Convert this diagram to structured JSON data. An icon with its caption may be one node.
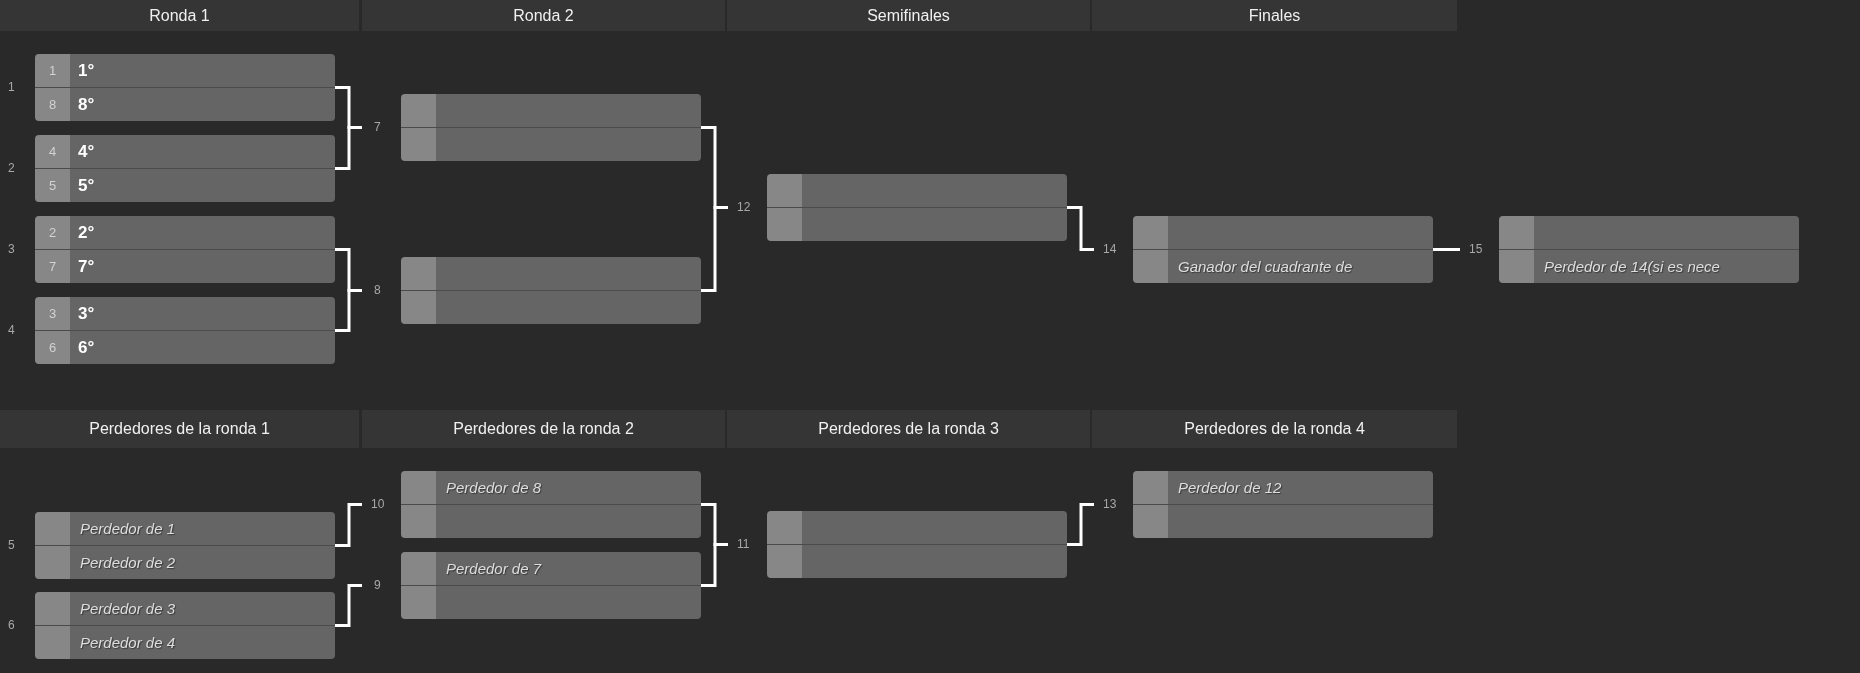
{
  "diagram": {
    "nodes": [
      {
        "text": [
          "Ronda 1"
        ]
      },
      {
        "text": [
          "Ronda 2"
        ]
      },
      {
        "text": [
          "Semifinales"
        ]
      },
      {
        "text": [
          "Finales"
        ]
      },
      {
        "text": [
          "1",
          "1°",
          "8",
          "8°"
        ],
        "beside": [
          "1"
        ]
      },
      {
        "text": [
          "4",
          "4°",
          "5",
          "5°"
        ],
        "beside": [
          "2"
        ]
      },
      {
        "text": [
          "2",
          "2°",
          "7",
          "7°"
        ],
        "beside": [
          "3"
        ]
      },
      {
        "text": [
          "3",
          "3°",
          "6",
          "6°"
        ],
        "beside": [
          "4"
        ]
      },
      {
        "text": [],
        "shape": "box",
        "beside": [
          "7"
        ]
      },
      {
        "text": [],
        "shape": "box",
        "beside": [
          "8"
        ]
      },
      {
        "text": [],
        "shape": "box",
        "beside": [
          "12"
        ]
      },
      {
        "text": [
          "Ganador del cuadrante de"
        ],
        "beside": [
          "14"
        ]
      },
      {
        "text": [
          "Perdedor de 14(si es nece"
        ],
        "beside": [
          "15"
        ]
      },
      {
        "text": [
          "Perdedores de la ronda 1"
        ]
      },
      {
        "text": [
          "Perdedores de la ronda 2"
        ]
      },
      {
        "text": [
          "Perdedores de la ronda 3"
        ]
      },
      {
        "text": [
          "Perdedores de la ronda 4"
        ]
      },
      {
        "text": [
          "Perdedor de 1",
          "Perdedor de 2"
        ],
        "beside": [
          "5"
        ]
      },
      {
        "text": [
          "Perdedor de 3",
          "Perdedor de 4"
        ],
        "beside": [
          "6"
        ]
      },
      {
        "text": [
          "Perdedor de 8"
        ],
        "beside": [
          "10"
        ]
      },
      {
        "text": [
          "Perdedor de 7"
        ],
        "beside": [
          "9"
        ]
      },
      {
        "text": [],
        "shape": "box",
        "beside": [
          "11"
        ]
      },
      {
        "text": [
          "Perdedor de 12"
        ],
        "beside": [
          "13"
        ]
      }
    ],
    "edges": [
      {
        "from": 4,
        "to": 8,
        "arrow": "none"
      },
      {
        "from": 5,
        "to": 8,
        "arrow": "none"
      },
      {
        "from": 6,
        "to": 9,
        "arrow": "none"
      },
      {
        "from": 7,
        "to": 9,
        "arrow": "none"
      },
      {
        "from": 8,
        "to": 10,
        "arrow": "none"
      },
      {
        "from": 9,
        "to": 10,
        "arrow": "none"
      },
      {
        "from": 10,
        "to": 11,
        "arrow": "none"
      },
      {
        "from": 11,
        "to": 12,
        "arrow": "none"
      },
      {
        "from": 17,
        "to": 19,
        "arrow": "none"
      },
      {
        "from": 18,
        "to": 20,
        "arrow": "none"
      },
      {
        "from": 19,
        "to": 21,
        "arrow": "none"
      },
      {
        "from": 20,
        "to": 21,
        "arrow": "none"
      },
      {
        "from": 21,
        "to": 22,
        "arrow": "none"
      }
    ]
  }
}
